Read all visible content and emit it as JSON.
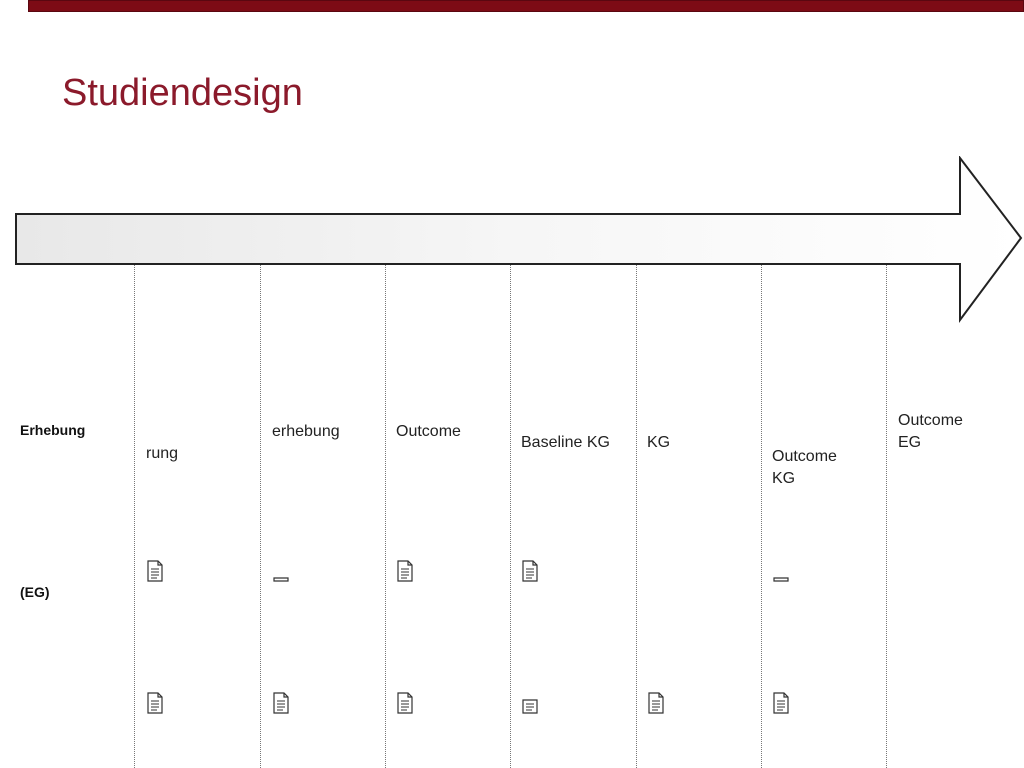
{
  "slide": {
    "title": "Studiendesign",
    "accent_color": "#7d0b15",
    "title_color": "#8b1a2b"
  },
  "rows": {
    "erhebung_label": "Erhebung",
    "eg_label": "(EG)"
  },
  "columns": [
    {
      "text": "rung"
    },
    {
      "text": "erhebung"
    },
    {
      "text": "Outcome"
    },
    {
      "text": "Baseline KG"
    },
    {
      "text": "KG"
    },
    {
      "text": "Outcome\nKG"
    },
    {
      "text": "Outcome\nEG"
    }
  ],
  "icons": {
    "document": "document-icon",
    "arrow": "right-arrow-shape"
  }
}
